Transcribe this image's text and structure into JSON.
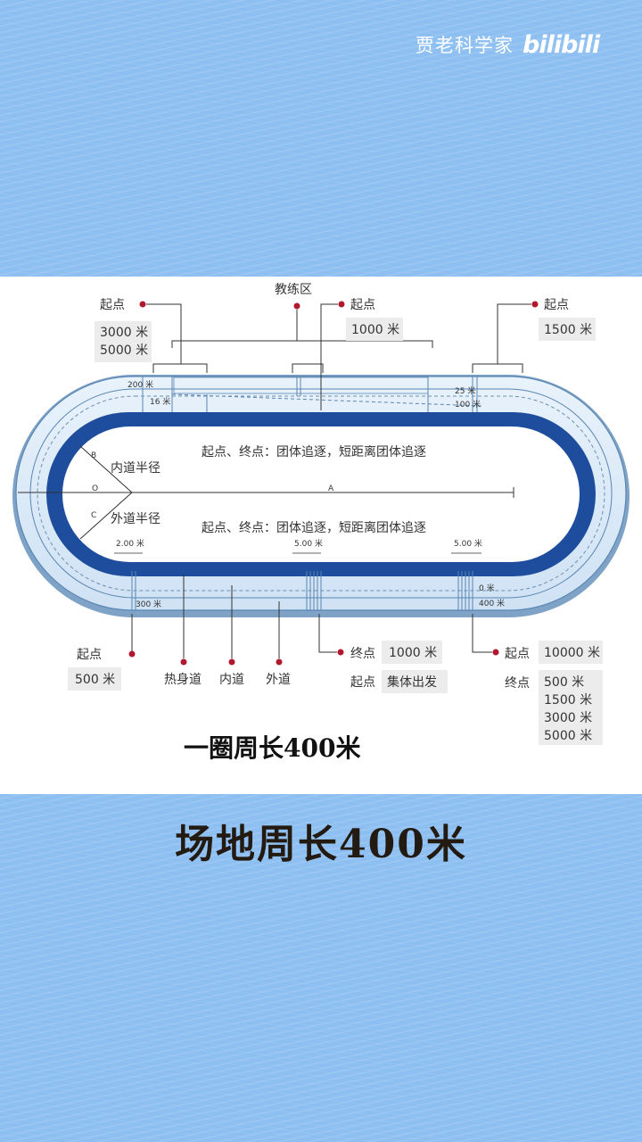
{
  "watermark": {
    "channel": "贾老科学家",
    "logo": "bilibili"
  },
  "diagram": {
    "top_labels": {
      "start_left": "起点",
      "start_left_values": [
        "3000 米",
        "5000 米"
      ],
      "coach_area": "教练区",
      "start_mid": "起点",
      "start_mid_value": "1000 米",
      "start_right": "起点",
      "start_right_value": "1500 米"
    },
    "track_marks": {
      "m200": "200 米",
      "m16": "16 米",
      "m25": "25 米",
      "m100": "100 米",
      "m300": "300 米",
      "m0": "0 米",
      "m400": "400 米",
      "d2": "2.00 米",
      "d5a": "5.00 米",
      "d5b": "5.00 米",
      "axis_a": "A",
      "axis_b": "B",
      "axis_c": "C",
      "axis_o": "O"
    },
    "infield": {
      "inner_radius": "内道半径",
      "outer_radius": "外道半径",
      "line1": "起点、终点：团体追逐，短距离团体追逐",
      "line2": "起点、终点：团体追逐，短距离团体追逐"
    },
    "bottom_labels": {
      "start_left": "起点",
      "start_left_value": "500 米",
      "warmup": "热身道",
      "inner_lane": "内道",
      "outer_lane": "外道",
      "finish_mid": "终点",
      "finish_mid_value": "1000 米",
      "start_mid": "起点",
      "start_mid_value": "集体出发",
      "start_right": "起点",
      "start_right_value": "10000 米",
      "finish_right": "终点",
      "finish_right_values": [
        "500 米",
        "1500 米",
        "3000 米",
        "5000 米"
      ]
    },
    "title": "一圈周长400米"
  },
  "caption": "场地周长400米",
  "colors": {
    "background": "#8ec0f2",
    "track_blue": "#1d4d9c",
    "lane_light": "#dcecf8",
    "marker_red": "#b0182e",
    "label_box": "#ececec"
  }
}
